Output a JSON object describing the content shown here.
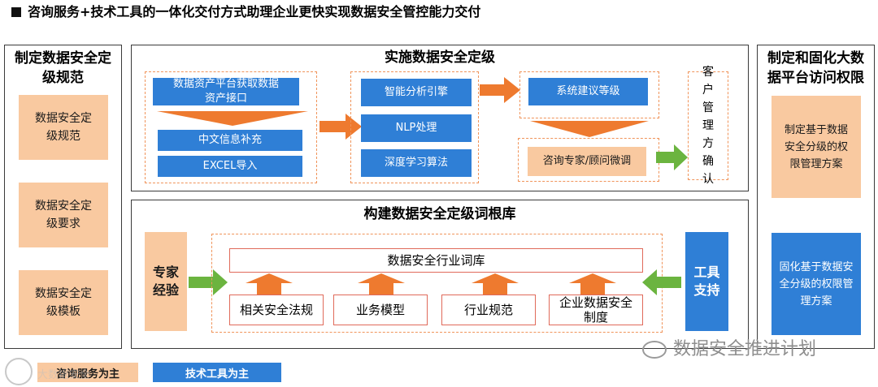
{
  "title": "咨询服务+技术工具的一体化交付方式助理企业更快实现数据安全管控能力交付",
  "left_panel": {
    "title": "制定数据安全定级规范",
    "items": [
      "数据安全定级规范",
      "数据安全定级要求",
      "数据安全定级模板"
    ]
  },
  "top_panel": {
    "title": "实施数据安全定级",
    "group1": {
      "asset": "数据资产平台获取数据资产接口",
      "items": [
        "中文信息补充",
        "EXCEL导入"
      ]
    },
    "group2": {
      "items": [
        "智能分析引擎",
        "NLP处理",
        "深度学习算法"
      ]
    },
    "group3": {
      "suggest": "系统建议等级",
      "consult": "咨询专家/顾问微调"
    },
    "confirm": "客户管理方确认"
  },
  "bottom_panel": {
    "title": "构建数据安全定级词根库",
    "expert": "专家经验",
    "tool": "工具支持",
    "library": "数据安全行业词库",
    "items": [
      "相关安全法规",
      "业务模型",
      "行业规范",
      "企业数据安全制度"
    ]
  },
  "right_panel": {
    "title": "制定和固化大数据平台访问权限",
    "item1": "制定基于数据安全分级的权限管理方案",
    "item2": "固化基于数据安全分级的权限管理方案"
  },
  "legend": {
    "consulting": "咨询服务为主",
    "tools": "技术工具为主"
  },
  "watermarks": {
    "wechat": "数据安全推进计划",
    "corner": "大数据安全"
  },
  "colors": {
    "orange_fill": "#f9c9a0",
    "blue_fill": "#2f7fd6",
    "arrow_orange": "#ee7a2f",
    "arrow_green": "#6bb43f"
  }
}
